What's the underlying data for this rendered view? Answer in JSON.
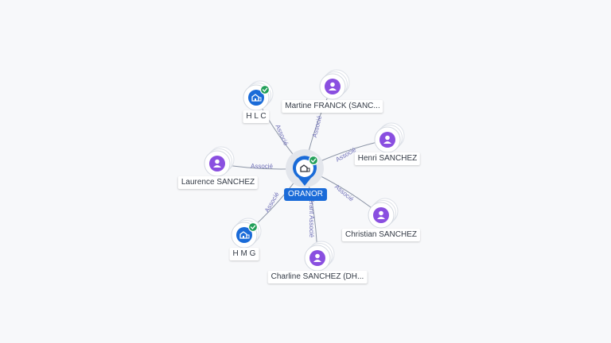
{
  "center": {
    "label": "ORANOR",
    "icon": "company-icon",
    "verified": true
  },
  "nodes": [
    {
      "key": "hlc",
      "label": "H L C",
      "kind": "company",
      "icon": "company-icon",
      "verified": true,
      "edge_label": "Associé"
    },
    {
      "key": "martine",
      "label": "Martine FRANCK (SANC...",
      "kind": "person",
      "icon": "person-icon",
      "verified": false,
      "edge_label": "Associé"
    },
    {
      "key": "henri",
      "label": "Henri SANCHEZ",
      "kind": "person",
      "icon": "person-icon",
      "verified": false,
      "edge_label": "Associé"
    },
    {
      "key": "laurence",
      "label": "Laurence SANCHEZ",
      "kind": "person",
      "icon": "person-icon",
      "verified": false,
      "edge_label": "Associé"
    },
    {
      "key": "christian",
      "label": "Christian SANCHEZ",
      "kind": "person",
      "icon": "person-icon",
      "verified": false,
      "edge_label": "Associé"
    },
    {
      "key": "hmg",
      "label": "H M G",
      "kind": "company",
      "icon": "company-icon",
      "verified": true,
      "edge_label": "Associé"
    },
    {
      "key": "charline",
      "label": "Charline SANCHEZ (DH...",
      "kind": "person",
      "icon": "person-icon",
      "verified": false,
      "edge_label": "Gérant Associé"
    }
  ],
  "colors": {
    "company": "#1a6bd8",
    "person": "#8a4fe0",
    "verified": "#23a05a",
    "edge": "#8c95a6",
    "edge_label": "#6f6fb8"
  }
}
